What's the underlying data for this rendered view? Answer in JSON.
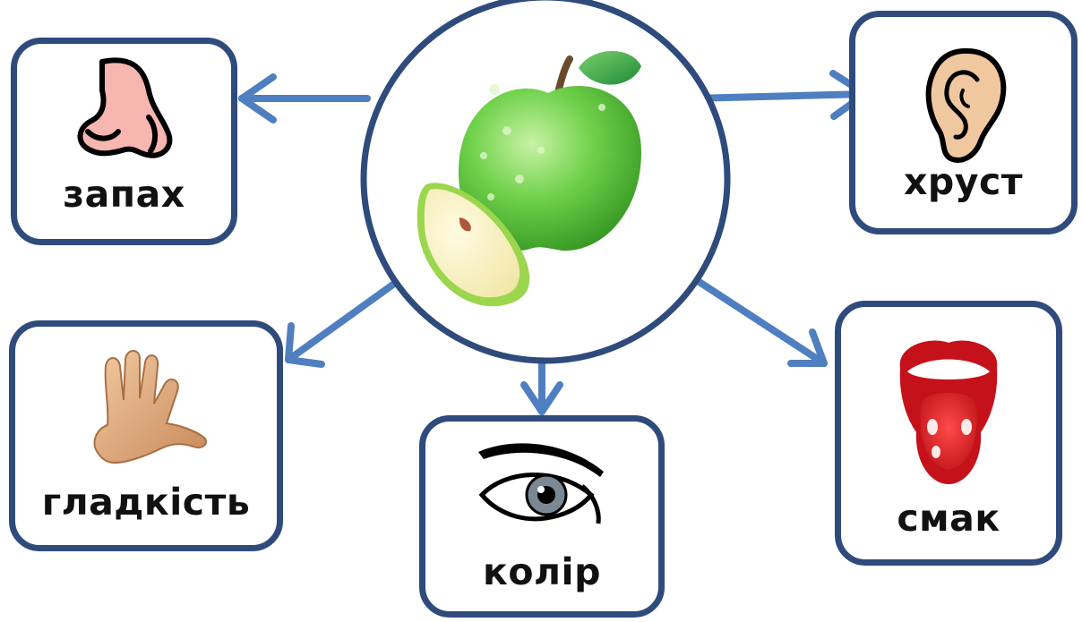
{
  "center": {
    "icon": "green-apple-with-slice"
  },
  "senses": {
    "smell": {
      "label": "запах",
      "icon": "nose-icon"
    },
    "sound": {
      "label": "хруст",
      "icon": "ear-icon"
    },
    "touch": {
      "label": "гладкість",
      "icon": "hand-icon"
    },
    "sight": {
      "label": "колір",
      "icon": "eye-icon"
    },
    "taste": {
      "label": "смак",
      "icon": "mouth-tongue-icon"
    }
  },
  "colors": {
    "border": "#2f4b7c",
    "arrow": "#4f7fc0",
    "apple": "#58c53a",
    "text": "#111111"
  }
}
